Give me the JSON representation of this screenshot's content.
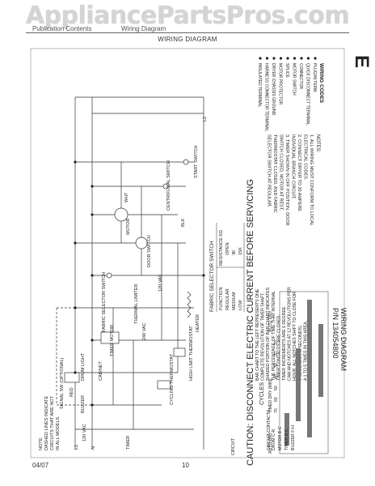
{
  "watermark": "AppliancePartsPros.com",
  "header": {
    "left": "Publication Contents",
    "right": "Wiring Diagram",
    "title": "WIRING DIAGRAM"
  },
  "caution": "CAUTION: DISCONNECT ELECTRIC CURRENT BEFORE SERVICING",
  "letter": "E",
  "part": {
    "line1": "WIRING DIAGRAM",
    "line2": "P/N 134054800"
  },
  "wiring_codes": {
    "title": "WIRING CODES",
    "items": [
      "PLUG/IN TERM.",
      "QUICK DISCONNECT TERMINAL",
      "CONNECTOR",
      "MOTOR SWITCH",
      "SPLICE",
      "MOTOR PROTECTOR",
      "DRYER CHASSIS GROUND",
      "HARNESS CONNECTOR TERMINAL",
      "INSULATED TERMINAL"
    ]
  },
  "notes": {
    "title": "NOTES:",
    "lines": [
      "1. ALL WIRING MUST CONFORM TO LOCAL",
      "ELECTRICAL CODES.",
      "2. CONNECT DRYER TO 30 AMPERE",
      "INDIVIDUAL BRANCH CIRCUIT.",
      "3. TIMER SHOWN IN OFF POSITION, DOOR",
      "SWITCH CLOSED, MOTOR AT REST,",
      "THERMOSTAT CLOSED, AND FABRIC",
      "SELECTOR SWITCH AT REGULAR."
    ]
  },
  "fabric_selector": {
    "title": "FABRIC SELECTOR SWITCH",
    "header": [
      "FUNCTION",
      "RESISTANCE KΩ"
    ],
    "rows": [
      [
        "REGULAR",
        "OPEN"
      ],
      [
        "MEDIUM",
        "3K"
      ],
      [
        "LOW",
        "15K"
      ]
    ]
  },
  "bar_chart_notes": [
    "BAR CHART TO THE LEFT REPRESENTS ONE",
    "COMPLETE REVOLUTION OF TIMER SHAFT.",
    "SHADED PORTION OF BAR CHART INDICATES",
    "THE PERCENTAGE OF TIME THAT INTERNAL",
    "TIMER CONTACTS ARE CLOSED.",
    "TIMER INCREMENTS ARE 6 DEGREE",
    "CAM AND NOTCHES AT 12 REVOLUTIONS PER",
    "HOUR. ALL NOTCHES SHIFT TO CLOSE FOR",
    "5 SECONDS (45 SECONDS).",
    "A   1 TO 5 TIMES IN THIS AREA.",
    "B   5 TO 8 TIMES IN THIS AREA."
  ],
  "cycles": {
    "title": "CYCLES",
    "labels": [
      "AUTO DRY",
      "TIMED DRY (MIN)",
      "AUTO DRY"
    ],
    "minutes": [
      "70",
      "60",
      "50",
      "40",
      "30",
      "20",
      "10"
    ]
  },
  "circuit_table": {
    "header": [
      "CIRCUIT",
      "CONTACTS"
    ],
    "rows": [
      [
        "DRUM",
        "C-R"
      ],
      [
        "MOTOR",
        "B-C"
      ],
      [
        "TIMER",
        "D-C"
      ],
      [
        "BUZZER",
        "F-H"
      ]
    ]
  },
  "diagram_labels": {
    "l1": "L1",
    "l2": "L2",
    "n": "N",
    "v120a": "120 VAC",
    "v240": "240 VAC",
    "v120b": "120 VAC",
    "red": "RED",
    "wht": "WHT",
    "blk": "BLK",
    "cabinet": "CABINET",
    "drum_light": "DRUM LIGHT",
    "buzzer": "BUZZER",
    "timer_motor": "TIMER MOTOR",
    "timer": "TIMER",
    "door_switch": "DOOR SWITCH",
    "thermal_limiter": "THERMAL LIMITER",
    "motor": "MOTOR",
    "start_switch": "START SWITCH",
    "heater": "HEATER",
    "fabric_selector_switch": "FABRIC SELECTOR SWITCH",
    "high_limit": "HIGH LIMIT THERMOSTAT",
    "cycling_thermostat": "CYCLING THERMOSTAT",
    "signal_switch": "SIGNAL SW (OPTIONAL)",
    "centrifugal": "CENTRIFUGAL SWITCH"
  },
  "bottom_note": [
    "NOTE:",
    "DASHED LINES INDICATE",
    "CIRCUITS THAT ARE NOT",
    "IN ALL MODELS."
  ],
  "footer": {
    "date": "04/07",
    "page": "10"
  }
}
